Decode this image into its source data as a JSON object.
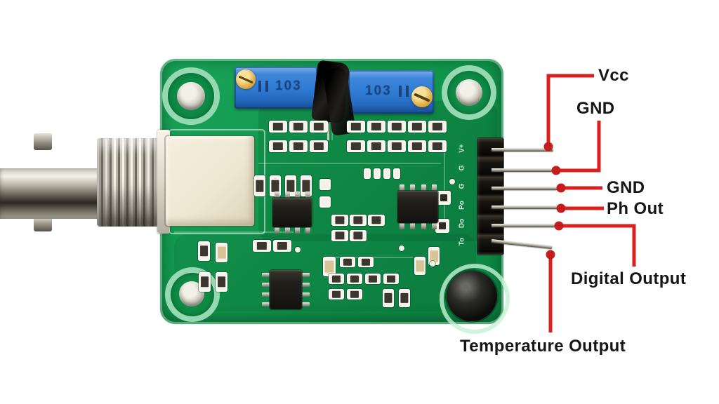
{
  "annotations": {
    "vcc": "Vcc",
    "gnd_top": "GND",
    "gnd_mid": "GND",
    "ph_out": "Ph Out",
    "digital_output": "Digital Output",
    "temperature_output": "Temperature Output",
    "line_color": "#da1f1f",
    "dot_color": "#c41d1d",
    "text_color": "#161616"
  },
  "board": {
    "pcb_color": "#13994f",
    "pot_color": "#2e7ad2",
    "pot_left_marking": "103",
    "pot_right_marking": "103",
    "silkscreen_pin_labels": [
      "V+",
      "G",
      "G",
      "Po",
      "Do",
      "To"
    ]
  }
}
